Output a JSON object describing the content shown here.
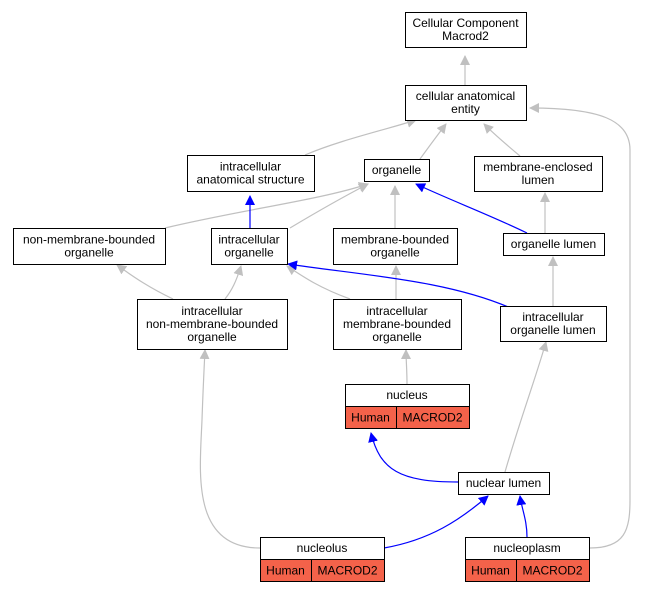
{
  "colors": {
    "edge_is_a": "#c0c0c0",
    "edge_part_of": "#0000ff",
    "annotation_fill": "#f4624a",
    "node_fill": "#ffffff",
    "node_stroke": "#000000"
  },
  "nodes": {
    "root": {
      "lines": [
        "Cellular Component",
        "Macrod2"
      ]
    },
    "cae": {
      "lines": [
        "cellular anatomical",
        "entity"
      ]
    },
    "ias": {
      "lines": [
        "intracellular",
        "anatomical structure"
      ]
    },
    "organelle": {
      "lines": [
        "organelle"
      ]
    },
    "mel": {
      "lines": [
        "membrane-enclosed",
        "lumen"
      ]
    },
    "nmbo": {
      "lines": [
        "non-membrane-bounded",
        "organelle"
      ]
    },
    "io": {
      "lines": [
        "intracellular",
        "organelle"
      ]
    },
    "mbo": {
      "lines": [
        "membrane-bounded",
        "organelle"
      ]
    },
    "ol": {
      "lines": [
        "organelle lumen"
      ]
    },
    "inmbo": {
      "lines": [
        "intracellular",
        "non-membrane-bounded",
        "organelle"
      ]
    },
    "imbo": {
      "lines": [
        "intracellular",
        "membrane-bounded",
        "organelle"
      ]
    },
    "iol": {
      "lines": [
        "intracellular",
        "organelle lumen"
      ]
    },
    "nucleus": {
      "lines": [
        "nucleus"
      ],
      "species": "Human",
      "gene": "MACROD2"
    },
    "nl": {
      "lines": [
        "nuclear lumen"
      ]
    },
    "nucleolus": {
      "lines": [
        "nucleolus"
      ],
      "species": "Human",
      "gene": "MACROD2"
    },
    "nucleoplasm": {
      "lines": [
        "nucleoplasm"
      ],
      "species": "Human",
      "gene": "MACROD2"
    }
  }
}
